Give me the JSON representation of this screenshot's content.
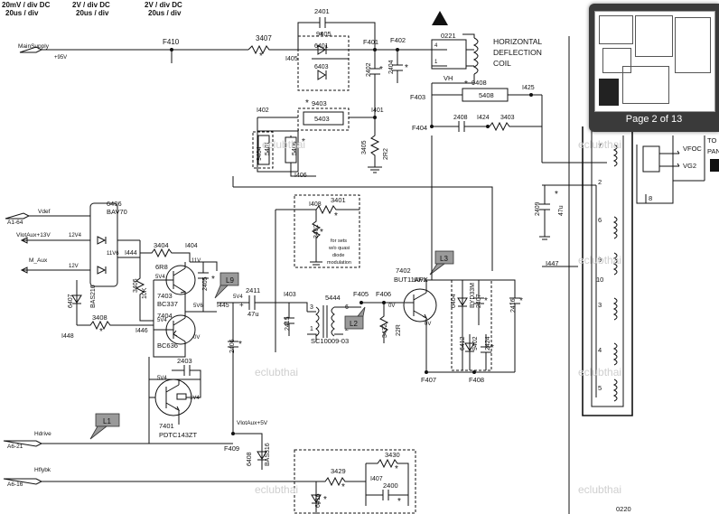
{
  "scope_labels": [
    {
      "id": "s1",
      "l1": "20mV / div DC",
      "l2": "20us / div"
    },
    {
      "id": "s2",
      "l1": "2V / div DC",
      "l2": "20us / div"
    },
    {
      "id": "s3",
      "l1": "2V / div DC",
      "l2": "20us / div"
    }
  ],
  "left_signals": {
    "mainsupply": "MainSupply",
    "plus95v": "+95V",
    "vdef": "Vdef",
    "a164": "A1-64",
    "vlotaux": "VlotAux+13V",
    "maux": "M_Aux",
    "hdrive": "Hdrive",
    "a621": "A6-21",
    "hflybk": "Hflybk",
    "a616": "A6-16",
    "vlotaux5": "VlotAux+5V"
  },
  "components": {
    "f410": "F410",
    "r3407": "3407",
    "i405": "I405",
    "c2401": "2401",
    "d9405": "9405",
    "d6401": "6401",
    "d6403": "6403",
    "f401": "F401",
    "f402": "F402",
    "c2402": "2402",
    "c2404": "2404",
    "conn0221": "0221",
    "vh": "VH",
    "pin4": "4",
    "pin1": "1",
    "coil_l1": "HORIZONTAL",
    "coil_l2": "DEFLECTION",
    "coil_l3": "COIL",
    "f403": "F403",
    "r9408": "9408",
    "r5408": "5408",
    "i425": "I425",
    "f404": "F404",
    "c2408": "2408",
    "i424": "I424",
    "r3403": "3403",
    "i402": "I402",
    "r9403": "9403",
    "l5403": "5403",
    "i401": "I401",
    "r9404": "9404",
    "l5401": "5401",
    "l5406": "5406",
    "i406": "I406",
    "r3405": "3405",
    "r3405v": "2R2",
    "i408": "I408",
    "r3401": "3401",
    "r3402": "3402",
    "note1": "for sets",
    "note2": "w/o quasi",
    "note3": "diode",
    "note4": "modulation",
    "c2409": "2409",
    "c2409v": "47u",
    "i447": "I447",
    "d6406": "6406",
    "d6406t": "BAV70",
    "v12v4": "12V4",
    "v11v6": "11V6",
    "i444": "I444",
    "v12v": "12V",
    "r3404": "3404",
    "i404": "I404",
    "r6r8": "6R8",
    "v5v4a": "5V4",
    "v11v": "11V",
    "r3406": "3406",
    "r3406v": "10K",
    "d6407": "6407",
    "d6407t": "BAS216",
    "q7403": "7403",
    "q7403t": "BC337",
    "c2405": "2405",
    "v5v6": "5V6",
    "i445": "I445",
    "r3408": "3408",
    "i446": "I446",
    "v5v4b": "5V4",
    "q7404": "7404",
    "q7404t": "BC636",
    "v0v": "0V",
    "i448": "I448",
    "tag_l9": "L9",
    "c2411": "2411",
    "c2411v": "47u",
    "v5v4c": "5V4",
    "i403": "I403",
    "t5444": "5444",
    "t_p3": "3",
    "t_p1": "1",
    "t_p6": "6",
    "t_p2": "2",
    "c2415": "2415",
    "t_sc": "SC10009-03",
    "f405": "F405",
    "f406": "F406",
    "v0va": "0V",
    "r3432": "3432",
    "r3432v": "22R",
    "tag_l2": "L2",
    "q7402": "7402",
    "q7402t": "BUT11APX",
    "tag_l3": "L3",
    "v90v8": "90V8",
    "v0vb": "0V",
    "d6404": "6404",
    "d6404t": "BYD33M",
    "c2407": "2407",
    "c2416": "2416",
    "d6412": "6412",
    "r9402": "9402",
    "c2424": "2424",
    "f407": "F407",
    "f408": "F408",
    "c2406": "2406",
    "c2403": "2403",
    "v5v4d": "5V4",
    "v1v4": "1V4",
    "q7401": "7401",
    "q7401t": "PDTC143ZT",
    "tag_l1": "L1",
    "f409": "F409",
    "d6408": "6408",
    "d6408t": "BAS316",
    "r3430": "3430",
    "r3429": "3429",
    "i407": "I407",
    "c2400": "2400",
    "d6416": "6416",
    "vfoc": "VFOC",
    "vg2": "VG2",
    "to": "TO",
    "pan": "PAN",
    "pin7": "7",
    "pin2": "2",
    "pin8": "8",
    "pin6": "6",
    "pin9": "9",
    "pin10": "10",
    "pin3": "3",
    "pin4b": "4",
    "pin5": "5",
    "n0220": "0220",
    "i42": "I42",
    "n10": "10"
  },
  "watermarks": [
    "eclubthai",
    "eclubthai",
    "eclubthai",
    "eclubthai",
    "eclubthai",
    "eclubthai",
    "eclubthai"
  ],
  "page_indicator": "Page 2 of 13",
  "colors": {
    "ink": "#111111",
    "tag": "#9a9a9a",
    "thumb_bg": "#3a3a3a",
    "watermark": "#cfcfcf"
  }
}
